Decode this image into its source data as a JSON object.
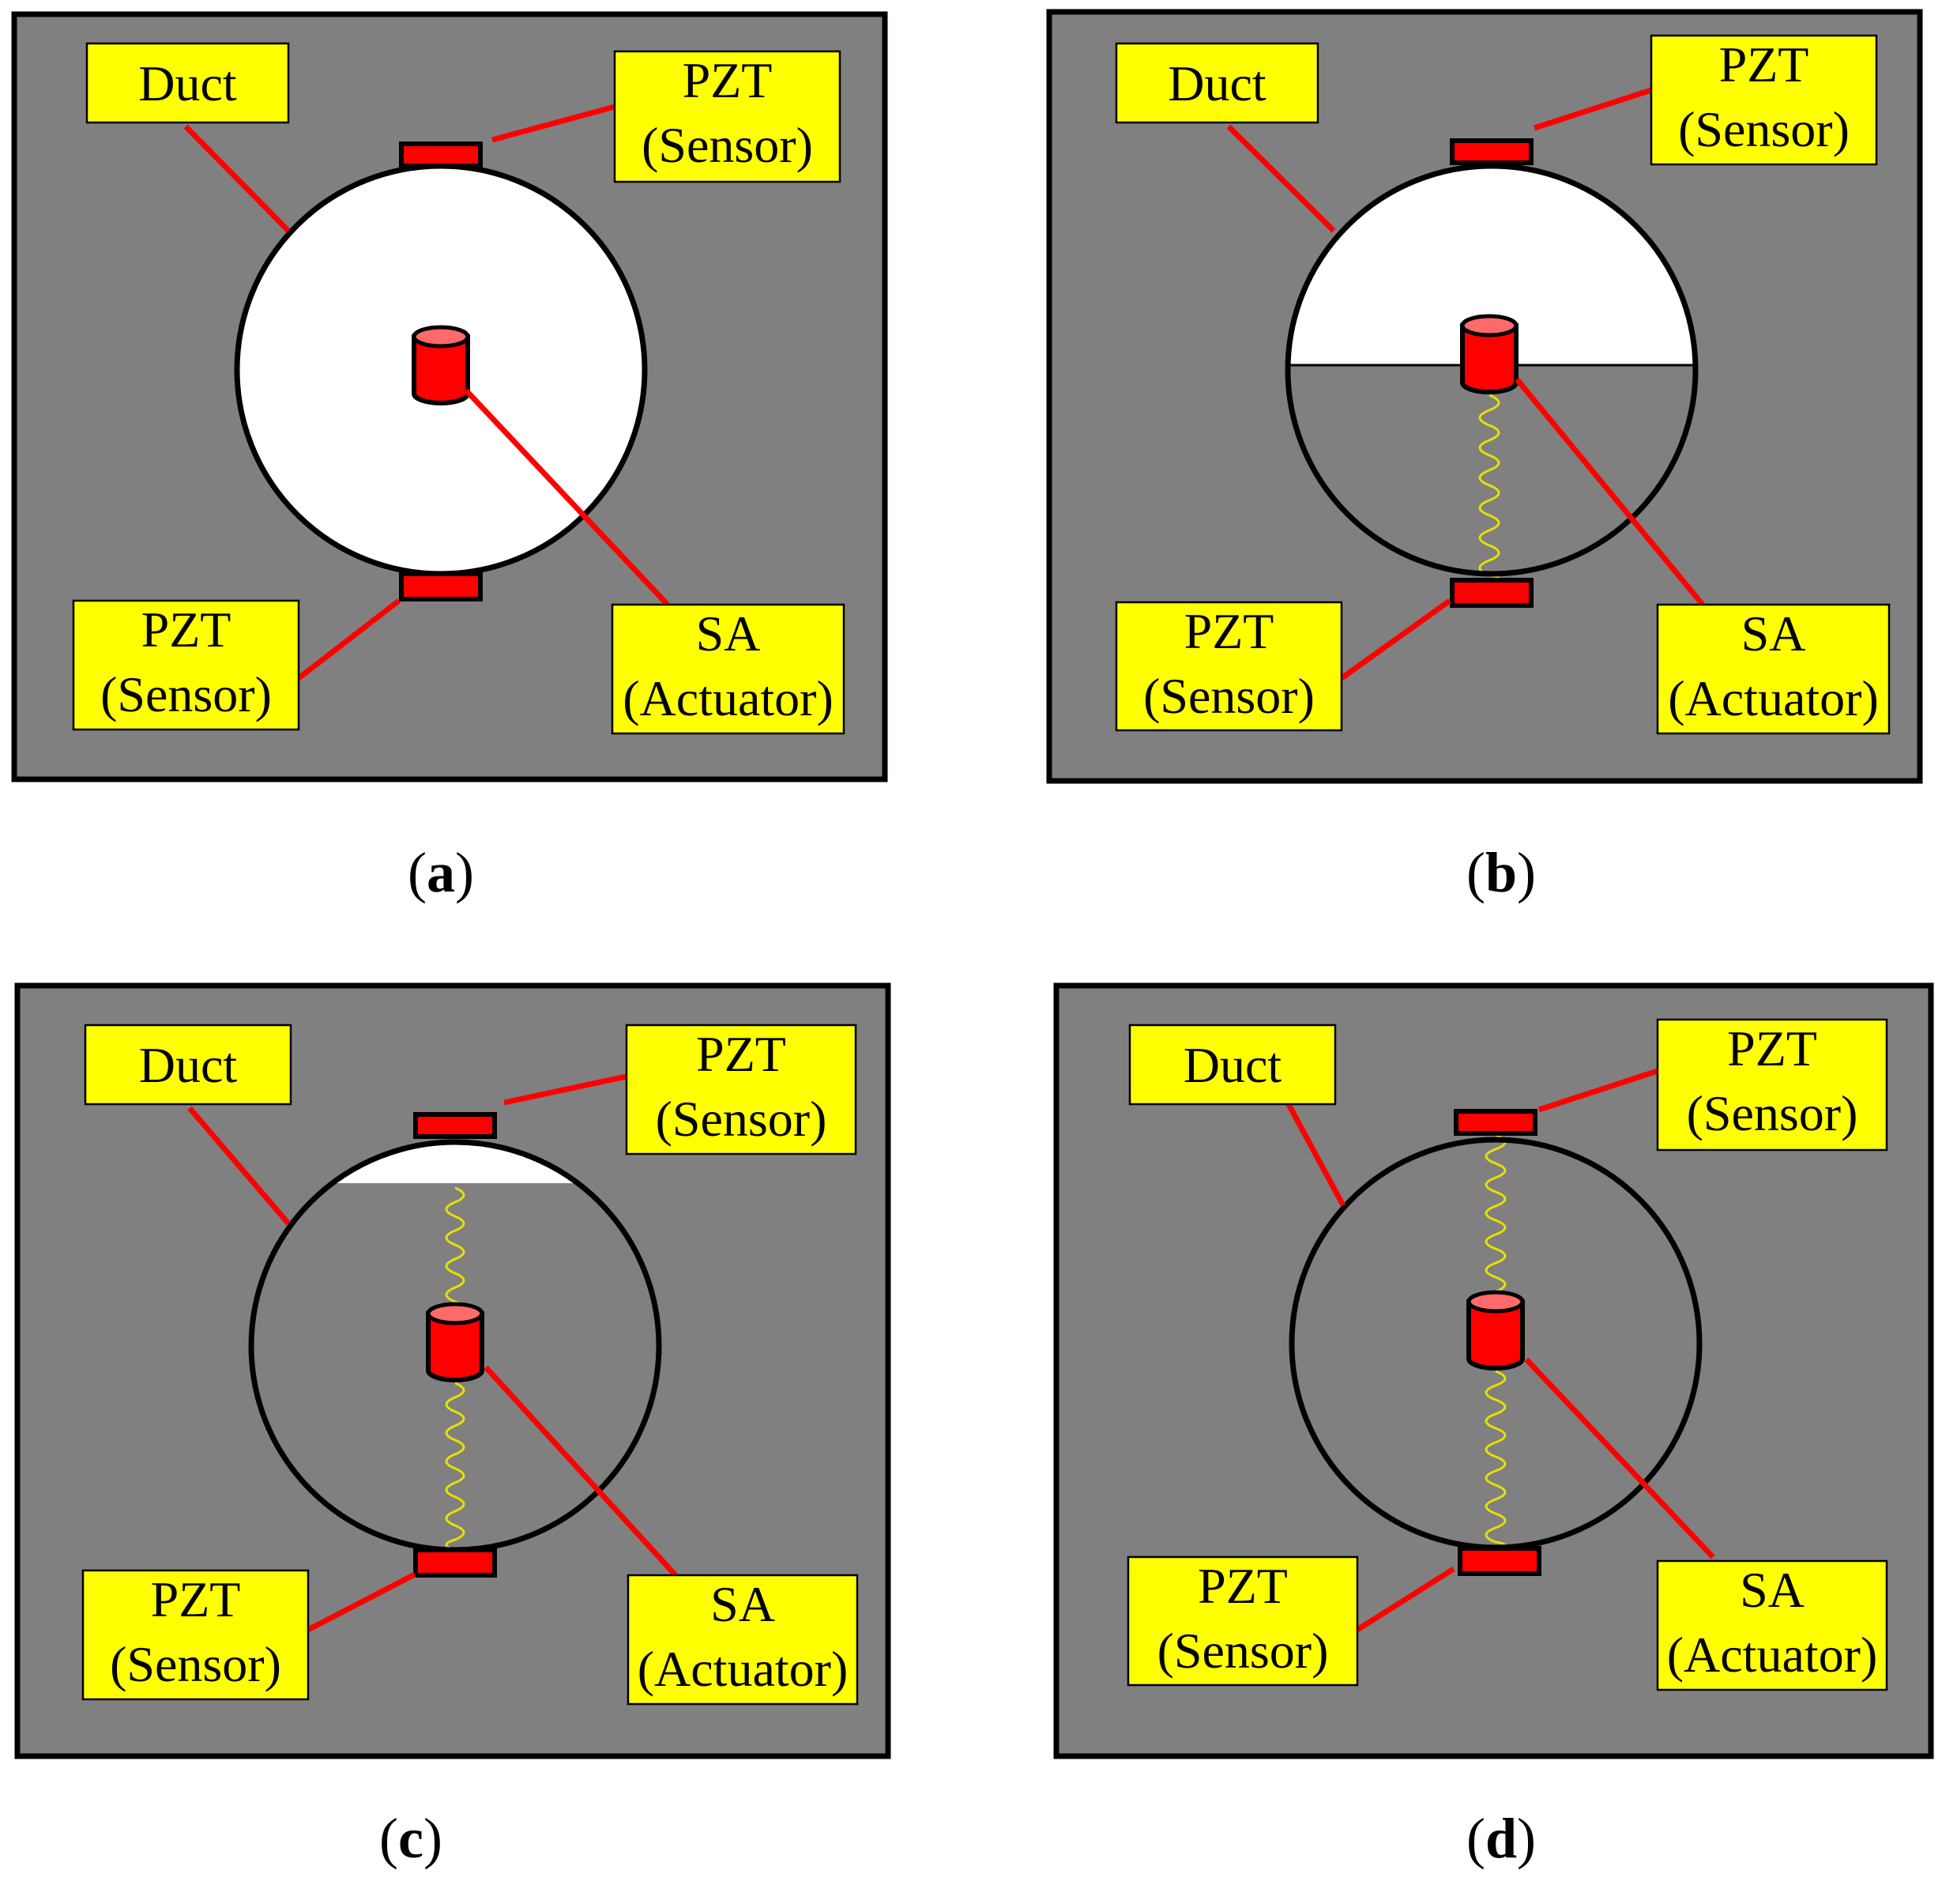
{
  "panels": [
    {
      "id": "a",
      "caption_letter": "a",
      "grout_fill": "empty",
      "labels": {
        "duct": "Duct",
        "pzt_top": [
          "PZT",
          "(Sensor)"
        ],
        "pzt_bottom": [
          "PZT",
          "(Sensor)"
        ],
        "sa": [
          "SA",
          "(Actuator)"
        ]
      }
    },
    {
      "id": "b",
      "caption_letter": "b",
      "grout_fill": "half",
      "labels": {
        "duct": "Duct",
        "pzt_top": [
          "PZT",
          "(Sensor)"
        ],
        "pzt_bottom": [
          "PZT",
          "(Sensor)"
        ],
        "sa": [
          "SA",
          "(Actuator)"
        ]
      }
    },
    {
      "id": "c",
      "caption_letter": "c",
      "grout_fill": "mostly-full",
      "labels": {
        "duct": "Duct",
        "pzt_top": [
          "PZT",
          "(Sensor)"
        ],
        "pzt_bottom": [
          "PZT",
          "(Sensor)"
        ],
        "sa": [
          "SA",
          "(Actuator)"
        ]
      }
    },
    {
      "id": "d",
      "caption_letter": "d",
      "grout_fill": "full",
      "labels": {
        "duct": "Duct",
        "pzt_top": [
          "PZT",
          "(Sensor)"
        ],
        "pzt_bottom": [
          "PZT",
          "(Sensor)"
        ],
        "sa": [
          "SA",
          "(Actuator)"
        ]
      }
    }
  ],
  "colors": {
    "grout": "#808080",
    "void": "#ffffff",
    "label_box": "#ffff00",
    "leader": "#ff0000",
    "pzt": "#ff0000",
    "wave": "#e8e000"
  }
}
